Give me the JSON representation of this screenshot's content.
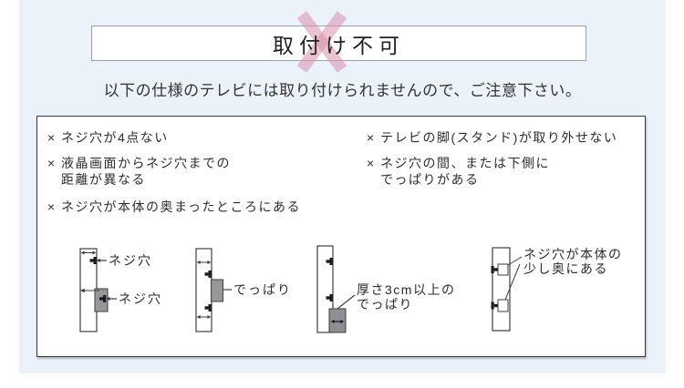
{
  "page": {
    "panel_bg": "#ecf2fa",
    "cross_color": "#d890ad",
    "gray_block": "#97979b",
    "line_color": "#3f3f3f"
  },
  "header": {
    "title": "取付け不可",
    "subtitle": "以下の仕様のテレビには取り付けられませんので、ご注意下さい。"
  },
  "notice": {
    "items_left": [
      {
        "marker": "×",
        "lines": [
          "ネジ穴が4点ない",
          ""
        ]
      },
      {
        "marker": "×",
        "lines": [
          "液晶画面からネジ穴までの",
          "距離が異なる"
        ]
      },
      {
        "marker": "×",
        "lines": [
          "ネジ穴が本体の奥まったところにある",
          ""
        ]
      }
    ],
    "items_right": [
      {
        "marker": "×",
        "lines": [
          "テレビの脚(スタンド)が取り外せない",
          ""
        ]
      },
      {
        "marker": "×",
        "lines": [
          "ネジ穴の間、または下側に",
          "でっぱりがある"
        ]
      }
    ]
  },
  "diagrams": {
    "d1": {
      "label_top": "ネジ穴",
      "label_mid": "ネジ穴"
    },
    "d2": {
      "label": "でっぱり"
    },
    "d3": {
      "label_line1": "厚さ3cm以上の",
      "label_line2": "でっぱり"
    },
    "d4": {
      "label_line1": "ネジ穴が本体の",
      "label_line2": "少し奥にある"
    }
  }
}
